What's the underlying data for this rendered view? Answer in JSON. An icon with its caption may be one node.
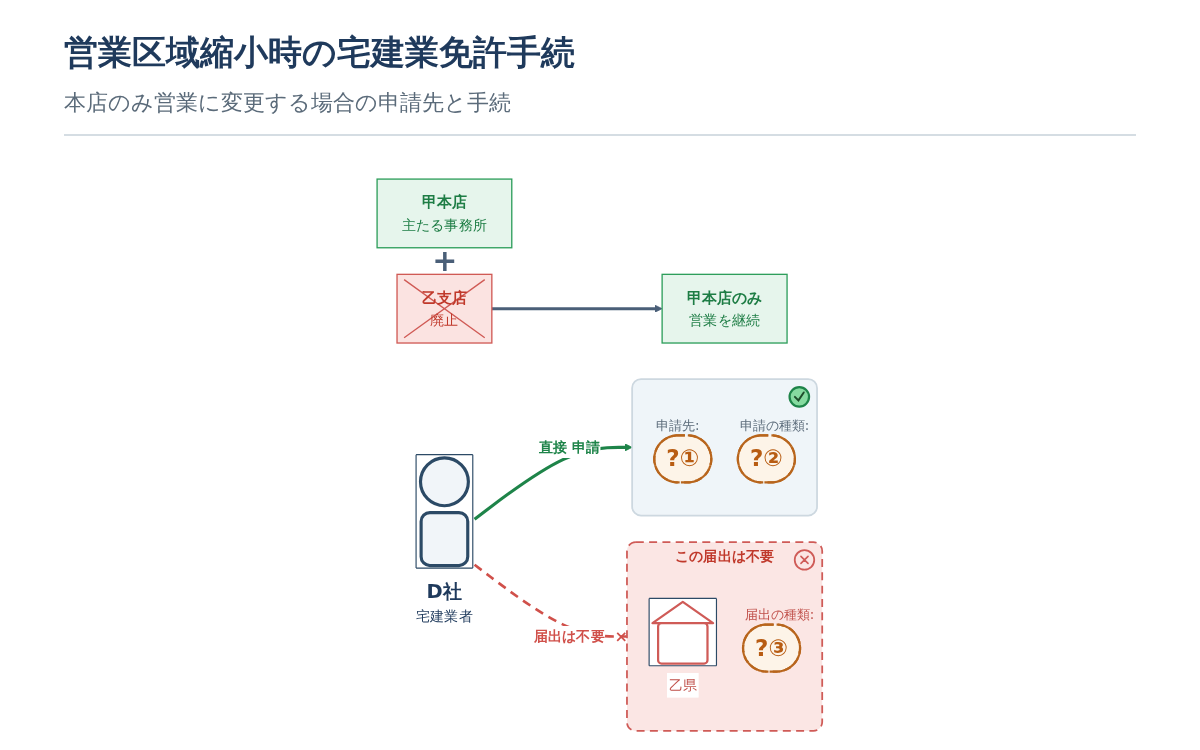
{
  "diagram": {
    "title": "営業区域縮小時の宅建業免許手続",
    "nodes": [
      {
        "text": [
          "甲本店",
          "主たる事務所"
        ]
      },
      {
        "text": [
          "乙支店",
          "廃止"
        ]
      },
      {
        "text": [
          "甲本店のみ",
          "営業を継続"
        ]
      },
      {
        "text": [
          "D社",
          "宅建業者"
        ]
      },
      {
        "text": [],
        "shape": "box"
      },
      {
        "text": [
          "?①"
        ],
        "beside": [
          "申請先:"
        ],
        "in": 4
      },
      {
        "text": [
          "?②"
        ],
        "beside": [
          "申請の種類:"
        ],
        "in": 4
      },
      {
        "text": [
          "この届出は不要"
        ]
      },
      {
        "text": [
          "乙県"
        ],
        "in": 7
      },
      {
        "text": [
          "?③"
        ],
        "beside": [
          "届出の種類:"
        ],
        "in": 7
      }
    ],
    "edges": [
      {
        "from": 1,
        "to": 2,
        "arrow": "to",
        "color": "#4a5f78"
      },
      {
        "from": 3,
        "to": 4,
        "label": "直接 申請",
        "arrow": "to",
        "color": "#1e8449"
      },
      {
        "from": 3,
        "to": 7,
        "label": "届出は不要",
        "arrow": "other",
        "style": "dashed",
        "color": "#d0504a"
      }
    ],
    "labels": [
      "本店のみ営業に変更する場合の申請先と手続",
      "+"
    ]
  }
}
